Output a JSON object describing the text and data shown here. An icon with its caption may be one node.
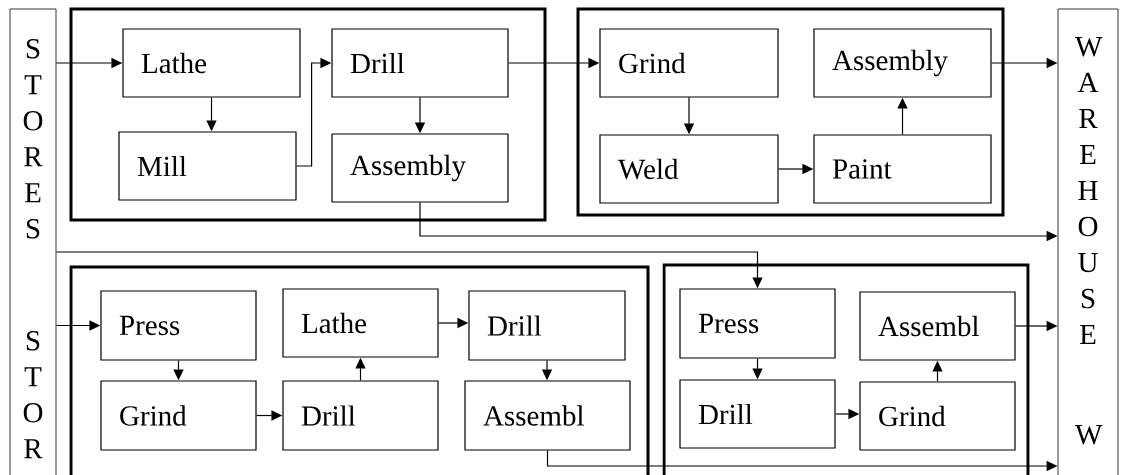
{
  "diagram": {
    "nodes": [
      {
        "text": [
          "STORES",
          "STOR"
        ]
      },
      {
        "text": [],
        "shape": "box"
      },
      {
        "text": [
          "Lathe"
        ],
        "in": 1
      },
      {
        "text": [
          "Drill"
        ],
        "in": 1
      },
      {
        "text": [
          "Mill"
        ],
        "in": 1
      },
      {
        "text": [
          "Assembly"
        ],
        "in": 1
      },
      {
        "text": [],
        "shape": "box"
      },
      {
        "text": [
          "Grind"
        ],
        "in": 6
      },
      {
        "text": [
          "Assembly"
        ],
        "in": 6
      },
      {
        "text": [
          "Weld"
        ],
        "in": 6
      },
      {
        "text": [
          "Paint"
        ],
        "in": 6
      },
      {
        "text": [
          "WAREHOUSE",
          "W"
        ]
      },
      {
        "text": [],
        "shape": "box"
      },
      {
        "text": [
          "Press"
        ],
        "in": 12
      },
      {
        "text": [
          "Lathe"
        ],
        "in": 12
      },
      {
        "text": [
          "Drill"
        ],
        "in": 12
      },
      {
        "text": [
          "Grind"
        ],
        "in": 12
      },
      {
        "text": [
          "Drill"
        ],
        "in": 12
      },
      {
        "text": [
          "Assembl"
        ],
        "in": 12
      },
      {
        "text": [],
        "shape": "box"
      },
      {
        "text": [
          "Press"
        ],
        "in": 19
      },
      {
        "text": [
          "Assembl"
        ],
        "in": 19
      },
      {
        "text": [
          "Drill"
        ],
        "in": 19
      },
      {
        "text": [
          "Grind"
        ],
        "in": 19
      }
    ],
    "edges": [
      {
        "from": 0,
        "to": 2,
        "arrow": "to"
      },
      {
        "from": 2,
        "to": 4,
        "arrow": "to"
      },
      {
        "from": 4,
        "to": 3,
        "arrow": "to"
      },
      {
        "from": 3,
        "to": 5,
        "arrow": "to"
      },
      {
        "from": 3,
        "to": 7,
        "arrow": "to"
      },
      {
        "from": 7,
        "to": 9,
        "arrow": "to"
      },
      {
        "from": 9,
        "to": 10,
        "arrow": "to"
      },
      {
        "from": 10,
        "to": 8,
        "arrow": "to"
      },
      {
        "from": 8,
        "to": 11,
        "arrow": "to"
      },
      {
        "from": 5,
        "to": 11,
        "arrow": "to"
      },
      {
        "from": 0,
        "to": 20,
        "arrow": "to"
      },
      {
        "from": 0,
        "to": 13,
        "arrow": "to"
      },
      {
        "from": 13,
        "to": 16,
        "arrow": "to"
      },
      {
        "from": 16,
        "to": 17,
        "arrow": "to"
      },
      {
        "from": 17,
        "to": 14,
        "arrow": "to"
      },
      {
        "from": 14,
        "to": 15,
        "arrow": "to"
      },
      {
        "from": 15,
        "to": 18,
        "arrow": "to"
      },
      {
        "from": 18,
        "to": 11,
        "arrow": "to"
      },
      {
        "from": 20,
        "to": 22,
        "arrow": "to"
      },
      {
        "from": 22,
        "to": 23,
        "arrow": "to"
      },
      {
        "from": 23,
        "to": 21,
        "arrow": "to"
      },
      {
        "from": 21,
        "to": 11,
        "arrow": "to"
      }
    ]
  }
}
